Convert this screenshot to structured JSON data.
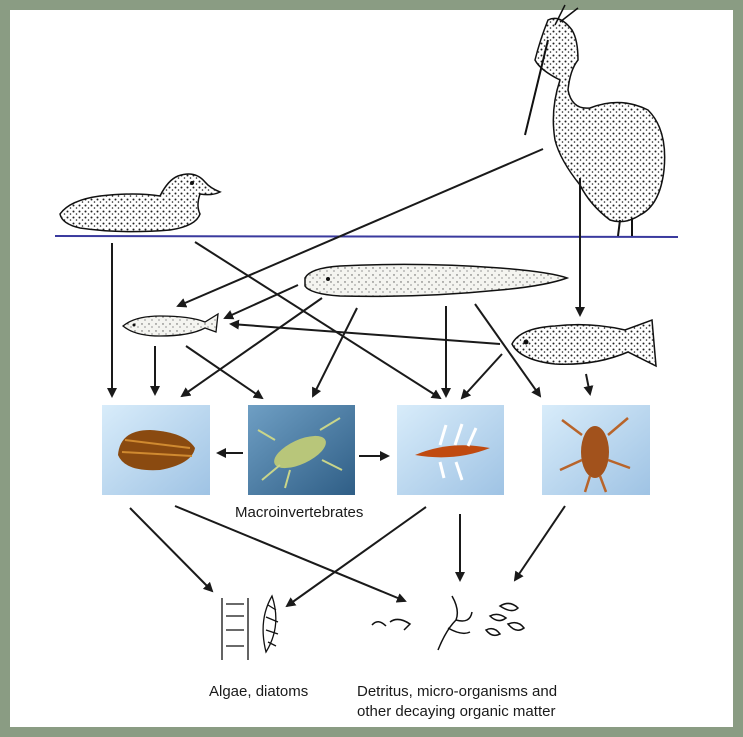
{
  "labels": {
    "macroinvertebrates": "Macroinvertebrates",
    "algae": "Algae, diatoms",
    "detritus_line1": "Detritus, micro-organisms and",
    "detritus_line2": "other decaying organic matter"
  },
  "icons": {
    "bird_left": "duck-icon",
    "bird_right": "heron-icon",
    "eel": "eel-icon",
    "small_fish": "minnow-icon",
    "trout": "trout-icon",
    "larva_1": "caddisfly-larva-photo",
    "larva_2": "stonefly-nymph-photo",
    "larva_3": "mayfly-nymph-photo",
    "larva_4": "stonefly-nymph-dark-photo",
    "algae": "algae-diatom-icon",
    "detritus": "detritus-icon"
  },
  "colors": {
    "frame": "#8a9c83",
    "water_line": "#3a3a9e",
    "photo_bg": "#bcd6ee"
  }
}
